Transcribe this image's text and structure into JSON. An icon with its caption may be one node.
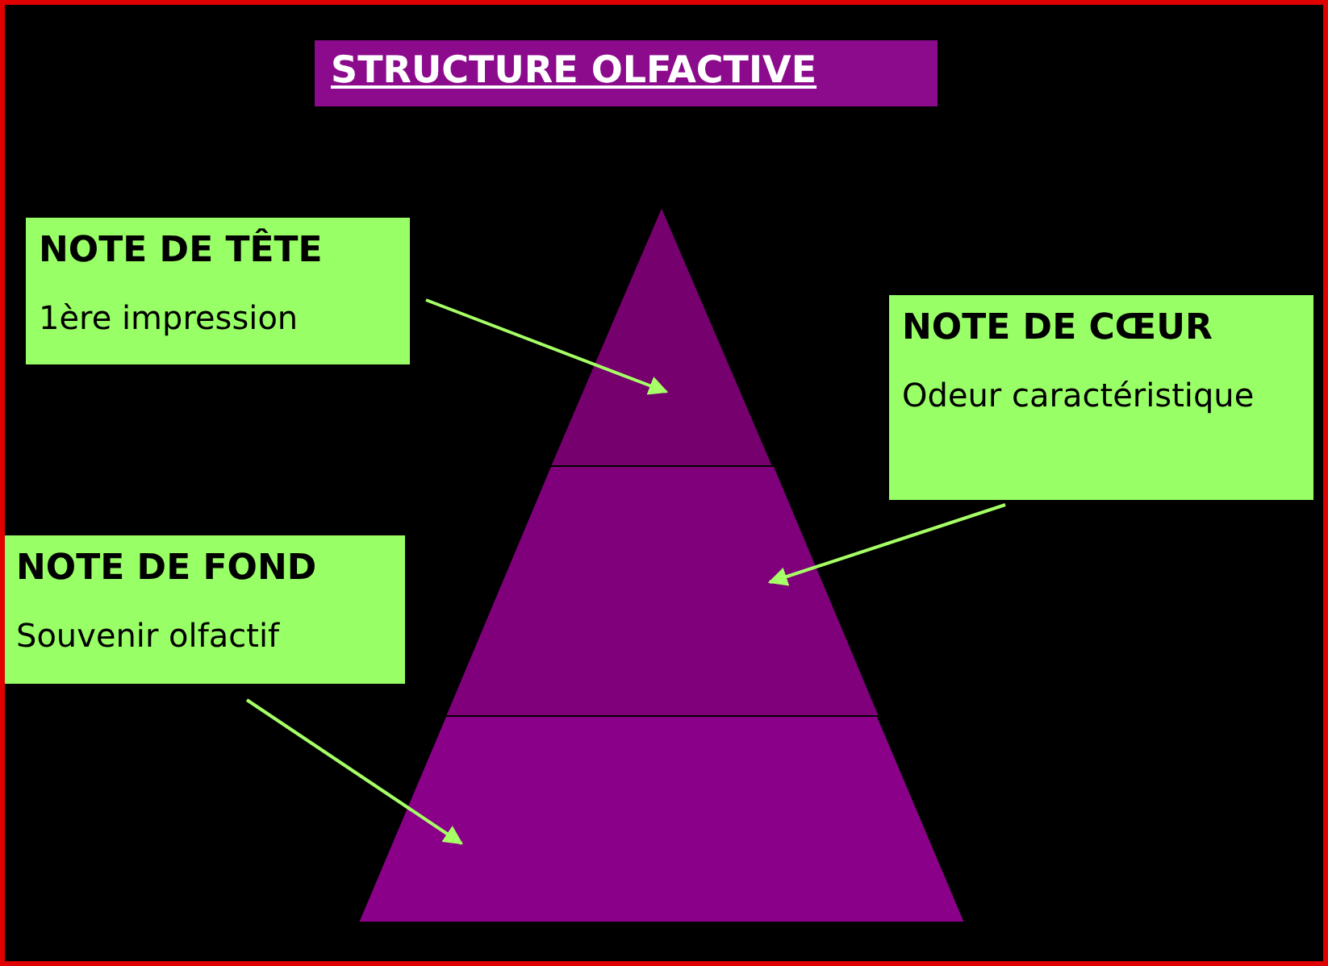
{
  "diagram": {
    "title": "STRUCTURE OLFACTIVE",
    "nodes": [
      {
        "text": [
          "NOTE DE TÊTE",
          "1ère impression"
        ]
      },
      {
        "text": [
          "NOTE DE CŒUR",
          "Odeur caractéristique"
        ]
      },
      {
        "text": [
          "NOTE DE FOND",
          "Souvenir olfactif"
        ]
      },
      {
        "text": [],
        "shape": "triangle"
      },
      {
        "text": [],
        "shape": "trapezoid"
      },
      {
        "text": [],
        "shape": "trapezoid"
      }
    ],
    "edges": [
      {
        "from": 0,
        "to": 3,
        "arrow": "to",
        "color": "#a6ff66"
      },
      {
        "from": 1,
        "to": 4,
        "arrow": "to",
        "color": "#a6ff66"
      },
      {
        "from": 2,
        "to": 5,
        "arrow": "to",
        "color": "#a6ff66"
      }
    ]
  }
}
